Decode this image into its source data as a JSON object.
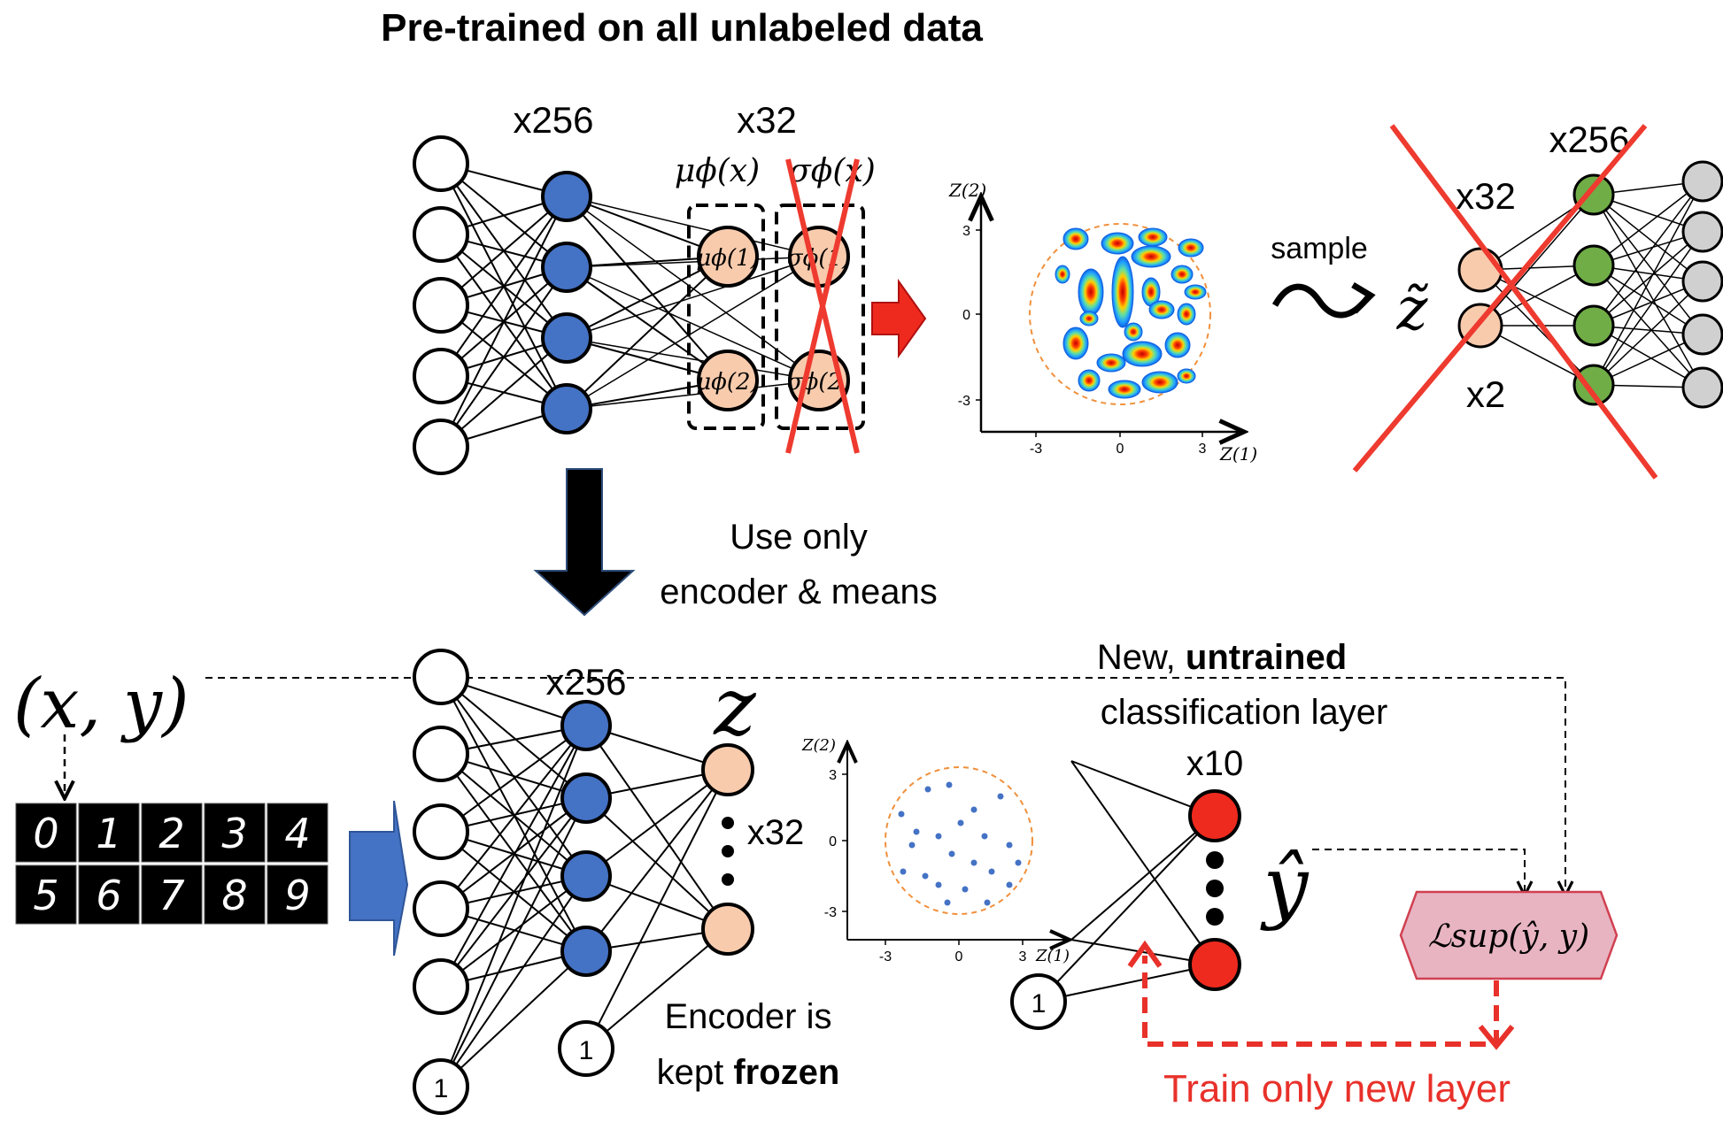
{
  "colors": {
    "input_node": "#ffffff",
    "hidden_node": "#4472c4",
    "latent_node": "#f8cbad",
    "decoder_node": "#70ad47",
    "output_node": "#d0d0d0",
    "class_node": "#ee2a1e",
    "cross": "#ee3a2f",
    "red_text": "#e8312a",
    "loss_fill": "#e8b4c2",
    "loss_stroke": "#d04050",
    "blue_arrow": "#4472c4",
    "point_blue": "#4472c4",
    "circle_orange": "#f0903c"
  },
  "top": {
    "title": "Pre-trained on all unlabeled data",
    "enc_hidden_count": "x256",
    "latent_count": "x32",
    "mu_label": "μϕ(x)",
    "sigma_label": "σϕ(x)",
    "mu1": "μϕ(1)",
    "mu2": "μϕ(2)",
    "sigma1": "σϕ(1)",
    "sigma2": "σϕ(2)",
    "sample_label": "sample",
    "z_tilde": "z̃",
    "dec_latent_count": "x32",
    "dec_hidden_count": "x256",
    "dec_small_count": "x2"
  },
  "top_plot": {
    "ylabel": "Z(2)",
    "xlabel": "Z(1)",
    "yticks": [
      "3",
      "0",
      "-3"
    ],
    "xticks": [
      "-3",
      "0",
      "3"
    ]
  },
  "middle": {
    "line1": "Use only",
    "line2": "encoder & means"
  },
  "bottom": {
    "xy_label": "(x, y)",
    "enc_hidden_count": "x256",
    "z_label": "z",
    "z_count": "x32",
    "bias_input": "1",
    "bias_hidden": "1",
    "bias_class": "1",
    "frozen_line1": "Encoder is",
    "frozen_line2_prefix": "kept ",
    "frozen_line2_bold": "frozen",
    "new_layer_prefix": "New, ",
    "new_layer_bold": "untrained",
    "new_layer_line2": "classification layer",
    "class_count": "x10",
    "y_hat": "ŷ",
    "loss_label": "ℒsup(ŷ, y)",
    "train_label": "Train only new layer"
  },
  "bottom_plot": {
    "ylabel": "Z(2)",
    "xlabel": "Z(1)",
    "yticks": [
      "3",
      "0",
      "-3"
    ],
    "xticks": [
      "-3",
      "0",
      "3"
    ]
  },
  "mnist_digits": [
    "0",
    "1",
    "2",
    "3",
    "4",
    "5",
    "6",
    "7",
    "8",
    "9"
  ]
}
